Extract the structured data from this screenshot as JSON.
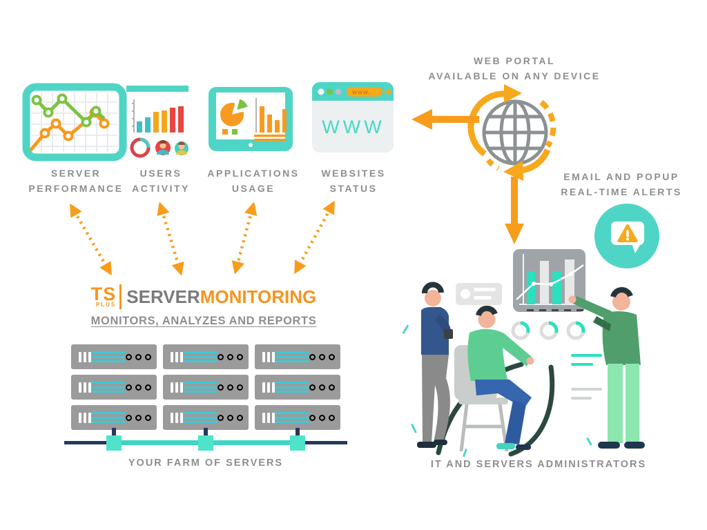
{
  "monitored": {
    "items": [
      {
        "label": "SERVER\nPERFORMANCE"
      },
      {
        "label": "USERS\nACTIVITY"
      },
      {
        "label": "APPLICATIONS\nUSAGE"
      },
      {
        "label": "WEBSITES\nSTATUS"
      }
    ]
  },
  "browser": {
    "address_text": "www.",
    "body_text": "WWW"
  },
  "web_portal": {
    "caption": "WEB PORTAL\nAVAILABLE ON ANY DEVICE"
  },
  "alerts": {
    "caption": "EMAIL AND POPUP\nREAL-TIME ALERTS"
  },
  "logo": {
    "ts": "TS",
    "plus": "PLUS",
    "word_gray": "SERVER",
    "word_orange": "MONITORING",
    "tagline": "MONITORS, ANALYZES AND REPORTS"
  },
  "farm": {
    "caption": "YOUR FARM OF SERVERS",
    "rows": 3,
    "columns": 3
  },
  "admins": {
    "caption": "IT AND SERVERS ADMINISTRATORS"
  },
  "colors": {
    "teal": "#4FD5C5",
    "orange": "#F89C1C",
    "orange_dark": "#F7941D",
    "gray_text": "#8E8E8E",
    "server_gray": "#9B9B9B",
    "navy": "#24395E",
    "red": "#E8463F",
    "green": "#7DC242",
    "yellow": "#F2A71F"
  }
}
